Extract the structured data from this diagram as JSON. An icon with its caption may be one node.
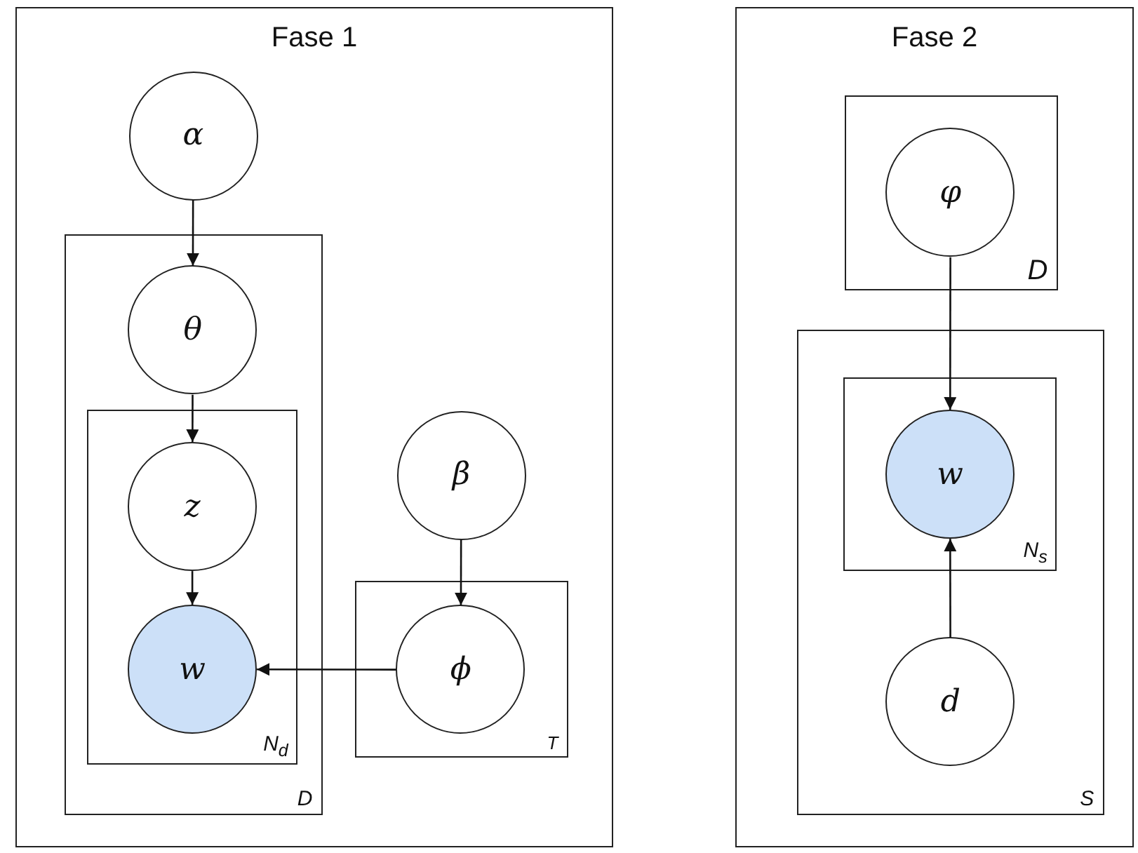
{
  "diagram": {
    "nodes": [
      {
        "text": [
          "Fase 1"
        ]
      },
      {
        "text": [
          "α"
        ],
        "in": 0
      },
      {
        "text": [
          "D"
        ],
        "in": 0
      },
      {
        "text": [
          "θ"
        ],
        "in": 2
      },
      {
        "text": [
          "N$_{d}$"
        ],
        "in": 2
      },
      {
        "text": [
          "z"
        ],
        "in": 4
      },
      {
        "text": [
          "w"
        ],
        "in": 4
      },
      {
        "text": [
          "β"
        ],
        "in": 0
      },
      {
        "text": [
          "T"
        ],
        "in": 0
      },
      {
        "text": [
          "ϕ"
        ],
        "in": 8
      },
      {
        "text": [
          "Fase 2"
        ]
      },
      {
        "text": [
          "D"
        ],
        "in": 10
      },
      {
        "text": [
          "φ"
        ],
        "in": 11
      },
      {
        "text": [
          "S"
        ],
        "in": 10
      },
      {
        "text": [
          "N$_{s}$"
        ],
        "in": 13
      },
      {
        "text": [
          "w"
        ],
        "in": 14
      },
      {
        "text": [
          "d"
        ],
        "in": 13
      }
    ],
    "edges": [
      {
        "from": 1,
        "to": 3,
        "arrow": "to"
      },
      {
        "from": 3,
        "to": 5,
        "arrow": "to"
      },
      {
        "from": 5,
        "to": 6,
        "arrow": "to"
      },
      {
        "from": 7,
        "to": 9,
        "arrow": "to"
      },
      {
        "from": 9,
        "to": 6,
        "arrow": "to"
      },
      {
        "from": 12,
        "to": 15,
        "arrow": "to"
      },
      {
        "from": 16,
        "to": 15,
        "arrow": "to"
      }
    ]
  }
}
